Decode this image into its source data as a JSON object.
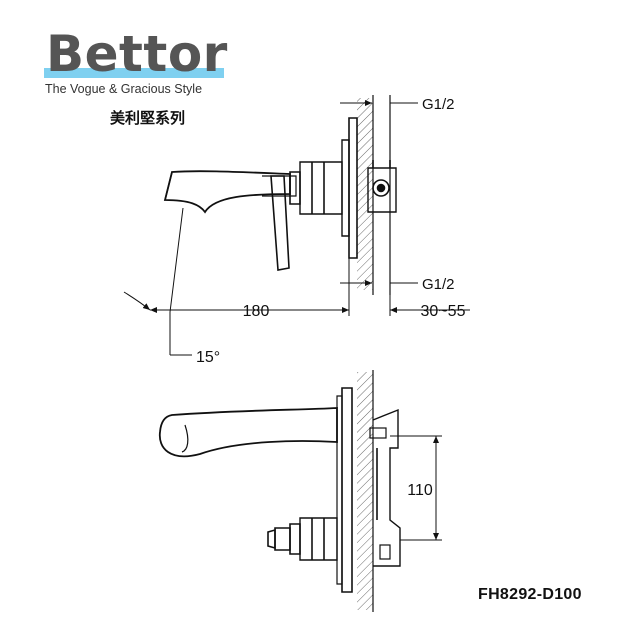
{
  "brand": {
    "name": "Bettor",
    "tagline": "The Vogue & Gracious Style",
    "series": "美利堅系列",
    "stripe_color": "#7fd0f0",
    "text_color": "#555555"
  },
  "product": {
    "model": "FH8292-D100"
  },
  "drawing": {
    "line_color": "#111111",
    "side_view": {
      "thread_top": "G1/2",
      "thread_bottom": "G1/2",
      "spout_length": "180",
      "wall_range": "30~55",
      "spray_angle": "15°"
    },
    "top_view": {
      "handle_spacing": "110"
    }
  }
}
